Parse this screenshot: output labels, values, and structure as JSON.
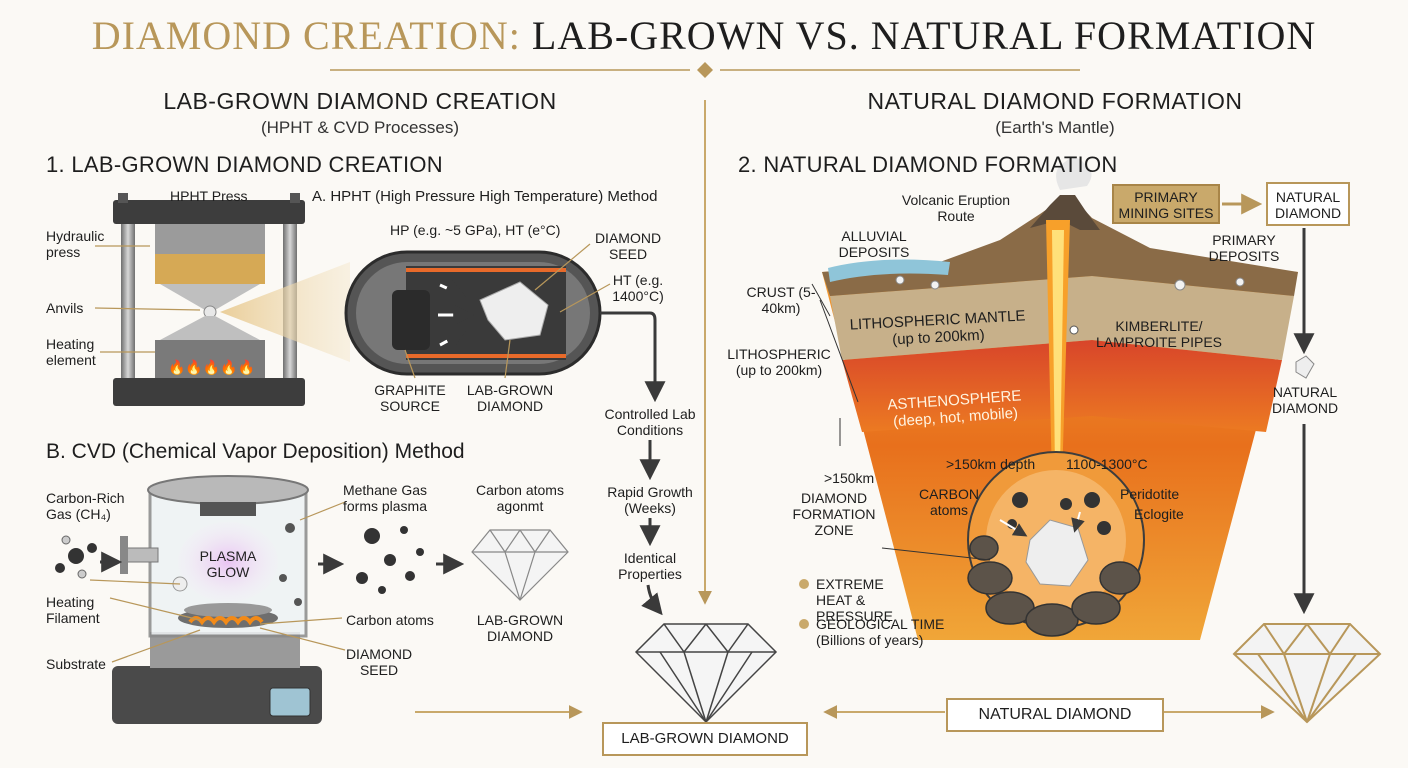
{
  "title": {
    "part1": "DIAMOND CREATION:",
    "part2": "LAB-GROWN VS. NATURAL FORMATION"
  },
  "left": {
    "heading": "LAB-GROWN DIAMOND CREATION",
    "subheading": "(HPHT & CVD Processes)",
    "section1": "1. LAB-GROWN DIAMOND CREATION",
    "press_label": "HPHT Press",
    "hydraulic_press": "Hydraulic press",
    "anvils": "Anvils",
    "heating_element": "Heating element",
    "hpht_method": "A. HPHT (High Pressure High Temperature) Method",
    "hp_label": "HP (e.g. ~5 GPa), HT (e°C)",
    "diamond_seed": "DIAMOND SEED",
    "ht_label": "HT (e.g. 1400°C)",
    "graphite_source": "GRAPHITE SOURCE",
    "lab_grown_diamond": "LAB-GROWN DIAMOND",
    "cvd_method": "B. CVD (Chemical Vapor Deposition) Method",
    "carbon_rich_gas": "Carbon-Rich Gas (CH₄)",
    "heating_filament": "Heating Filament",
    "substrate": "Substrate",
    "plasma_glow": "PLASMA GLOW",
    "methane_plasma": "Methane Gas forms plasma",
    "carbon_atoms": "Carbon atoms",
    "cvd_seed": "DIAMOND SEED",
    "carbon_alignment": "Carbon atoms agonmt",
    "cvd_diamond": "LAB-GROWN DIAMOND",
    "flow": [
      "Controlled Lab Conditions",
      "Rapid Growth (Weeks)",
      "Identical Properties"
    ],
    "result": "LAB-GROWN DIAMOND"
  },
  "right": {
    "heading": "NATURAL DIAMOND FORMATION",
    "subheading": "(Earth's Mantle)",
    "section2": "2. NATURAL DIAMOND FORMATION",
    "volcanic_route": "Volcanic Eruption Route",
    "alluvial": "ALLUVIAL DEPOSITS",
    "primary_mining": "PRIMARY MINING SITES",
    "natural_diamond_box": "NATURAL DIAMOND",
    "primary_deposits": "PRIMARY DEPOSITS",
    "crust": "CRUST (5-40km)",
    "lithospheric_mantle": "LITHOSPHERIC MANTLE (up to 200km)",
    "kimberlite": "KIMBERLITE/ LAMPROITE PIPES",
    "lithospheric": "LITHOSPHERIC (up to 200km)",
    "asthenosphere": "ASTHENOSPHERE (deep, hot, mobile)",
    "natural_diamond_label": "NATURAL DIAMOND",
    "depth": ">150km depth",
    "temp": "1100-1300°C",
    "zone_depth": ">150km",
    "formation_zone": "DIAMOND FORMATION ZONE",
    "carbon_atoms": "CARBON atoms",
    "peridotite": "Peridotite",
    "eclogite": "Eclogite",
    "legend": [
      "EXTREME HEAT & PRESSURE",
      "GEOLOGICAL TIME (Billions of years)"
    ],
    "result": "NATURAL DIAMOND"
  },
  "colors": {
    "gold": "#b8975a",
    "lava": "#e8621a",
    "mantle": "#c9b48f"
  }
}
